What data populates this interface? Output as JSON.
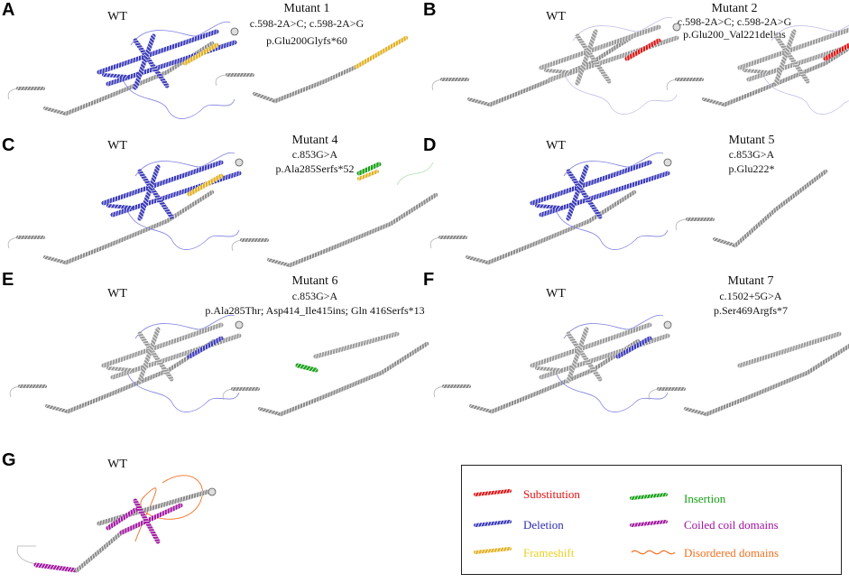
{
  "panels": [
    {
      "letter": "A",
      "wt_label": "WT",
      "mutant_title": "Mutant 1",
      "mutant_lines": [
        "c.598-2A>C; c.598-2A>G",
        "p.Glu200Glyfs*60"
      ]
    },
    {
      "letter": "B",
      "wt_label": "WT",
      "mutant_title": "Mutant 2",
      "mutant_lines": [
        "c.598-2A>C; c.598-2A>G",
        "p.Glu200_Val221delins"
      ]
    },
    {
      "letter": "C",
      "wt_label": "WT",
      "mutant_title": "Mutant 4",
      "mutant_lines": [
        "c.853G>A",
        "p.Ala285Serfs*52"
      ]
    },
    {
      "letter": "D",
      "wt_label": "WT",
      "mutant_title": "Mutant 5",
      "mutant_lines": [
        "c.853G>A",
        "p.Glu222*"
      ]
    },
    {
      "letter": "E",
      "wt_label": "WT",
      "mutant_title": "Mutant 6",
      "mutant_lines": [
        "c.853G>A",
        "p.Ala285Thr; Asp414_Ile415ins; Gln 416Serfs*13"
      ]
    },
    {
      "letter": "F",
      "wt_label": "WT",
      "mutant_title": "Mutant 7",
      "mutant_lines": [
        "c.1502+5G>A",
        "p.Ser469Argfs*7"
      ]
    },
    {
      "letter": "G",
      "wt_label": "WT",
      "mutant_title": "",
      "mutant_lines": []
    }
  ],
  "legend": {
    "items": [
      {
        "label": "Substitution",
        "color": "#e01010",
        "icon": "helix-icon"
      },
      {
        "label": "Deletion",
        "color": "#2b2bb0",
        "icon": "helix-icon"
      },
      {
        "label": "Frameshift",
        "color": "#e8d020",
        "icon": "helix-icon"
      },
      {
        "label": "Insertion",
        "color": "#14a014",
        "icon": "helix-icon"
      },
      {
        "label": "Coiled coil domains",
        "color": "#a010a0",
        "icon": "helix-icon"
      },
      {
        "label": "Disordered domains",
        "color": "#f07020",
        "icon": "wave-icon"
      }
    ]
  },
  "colors": {
    "helix": "#8a8a8a",
    "deletion": "#3a3ab8",
    "frameshift": "#e0b020",
    "substitution": "#d81818",
    "insertion": "#18a018",
    "coiled": "#a018a0",
    "disordered": "#f07020",
    "loop": "#8080e0"
  }
}
